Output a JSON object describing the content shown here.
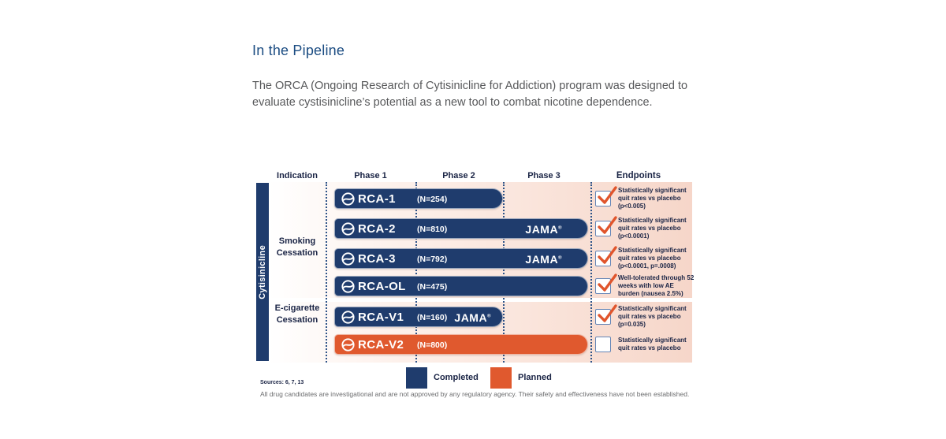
{
  "page": {
    "title": "In the Pipeline",
    "intro": "The ORCA (Ongoing Research of Cytisinicline for Addiction) program was designed to evaluate cystisinicline’s potential as a new tool to combat nicotine dependence."
  },
  "pipeline": {
    "drug_label": "Cytisinicline",
    "columns": {
      "indication": "Indication",
      "phase1": "Phase 1",
      "phase2": "Phase 2",
      "phase3": "Phase 3",
      "endpoints": "Endpoints"
    },
    "indications": {
      "smoking": "Smoking Cessation",
      "ecigarette": "E-cigarette Cessation"
    },
    "jama_mark": "®",
    "trials": [
      {
        "name": "ORCA-1",
        "name_after_logo": "RCA-1",
        "n": "(N=254)",
        "status": "completed",
        "jama": "",
        "endpoint": "Statistically significant quit rates vs placebo (p<0.005)",
        "checked": true
      },
      {
        "name": "ORCA-2",
        "name_after_logo": "RCA-2",
        "n": "(N=810)",
        "status": "completed",
        "jama": "JAMA",
        "endpoint": "Statistically significant quit rates vs placebo (p<0.0001)",
        "checked": true
      },
      {
        "name": "ORCA-3",
        "name_after_logo": "RCA-3",
        "n": "(N=792)",
        "status": "completed",
        "jama": "JAMA",
        "endpoint": "Statistically significant quit rates vs placebo (p<0.0001, p=.0008)",
        "checked": true
      },
      {
        "name": "ORCA-OL",
        "name_after_logo": "RCA-OL",
        "n": "(N=475)",
        "status": "completed",
        "jama": "",
        "endpoint": "Well-tolerated through 52 weeks with low AE burden (nausea 2.5%)",
        "checked": true
      },
      {
        "name": "ORCA-V1",
        "name_after_logo": "RCA-V1",
        "n": "(N=160)",
        "status": "completed",
        "jama": "JAMA",
        "endpoint": "Statistically significant quit rates vs placebo (p=0.035)",
        "checked": true
      },
      {
        "name": "ORCA-V2",
        "name_after_logo": "RCA-V2",
        "n": "(N=800)",
        "status": "planned",
        "jama": "",
        "endpoint": "Statistically significant quit rates vs placebo",
        "checked": false
      }
    ],
    "legend": [
      {
        "label": "Completed",
        "color": "#1f3c6d"
      },
      {
        "label": "Planned",
        "color": "#e0592e"
      }
    ],
    "sources": "Sources: 6, 7, 13",
    "disclaimer": "All drug candidates are investigational and are not approved by any regulatory agency. Their safety and effectiveness have not been established.",
    "accent_colors": {
      "navy": "#1f3c6d",
      "orange": "#e0592e",
      "peach_bg": "#f6d6c9",
      "title_blue": "#1b4c82",
      "check_orange": "#e0552c"
    }
  }
}
